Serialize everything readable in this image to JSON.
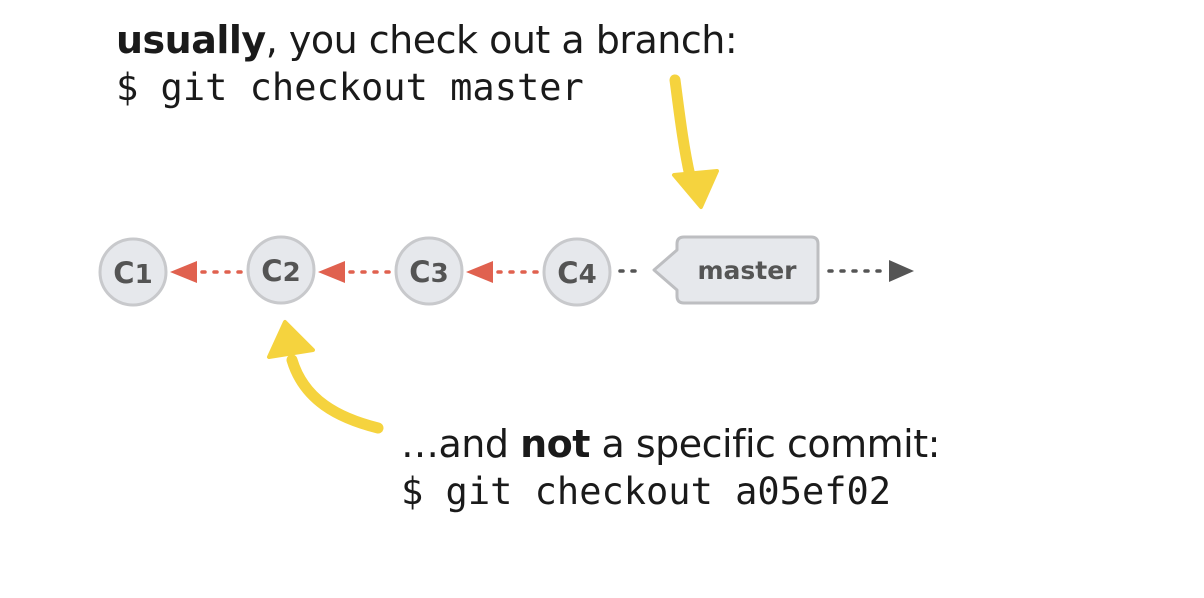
{
  "captions": {
    "top": {
      "emphasis": "usually",
      "text": ", you check out a branch:",
      "command": "$ git checkout master"
    },
    "bottom": {
      "lead": "…and ",
      "emphasis": "not",
      "text": " a specific commit:",
      "command": "$ git checkout a05ef02"
    }
  },
  "commits": [
    {
      "label_main": "C",
      "label_num": "1"
    },
    {
      "label_main": "C",
      "label_num": "2"
    },
    {
      "label_main": "C",
      "label_num": "3"
    },
    {
      "label_main": "C",
      "label_num": "4"
    }
  ],
  "branch": {
    "label": "master"
  },
  "colors": {
    "commit_fill": "#e6e8ec",
    "commit_stroke": "#c8c9cc",
    "parent_arrow": "#e0614f",
    "dotted_link": "#555555",
    "tag_fill": "#e6e8ec",
    "tag_stroke": "#bdbec1",
    "pointer_arrow": "#f5d33e"
  },
  "icons": {
    "branch_tag": "branch-tag-shape",
    "pointer": "hand-drawn-arrow-icon"
  }
}
